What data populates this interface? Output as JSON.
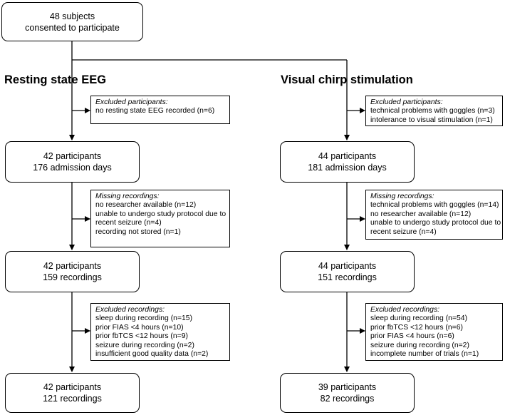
{
  "top_box": {
    "lines": [
      "48 subjects",
      "consented to participate"
    ]
  },
  "left": {
    "heading": "Resting state EEG",
    "boxes": [
      {
        "lines": [
          "42 participants",
          "176 admission days"
        ]
      },
      {
        "lines": [
          "42 participants",
          "159 recordings"
        ]
      },
      {
        "lines": [
          "42 participants",
          "121 recordings"
        ]
      }
    ],
    "notes": [
      {
        "title": "Excluded participants:",
        "items": [
          "no resting state EEG recorded (n=6)"
        ]
      },
      {
        "title": "Missing recordings:",
        "items": [
          "no researcher available (n=12)",
          "unable to undergo study protocol due to",
          "recent seizure (n=4)",
          "recording not stored (n=1)"
        ]
      },
      {
        "title": "Excluded recordings:",
        "items": [
          "sleep during recording (n=15)",
          "prior FIAS <4 hours (n=10)",
          "prior fbTCS <12 hours (n=9)",
          "seizure during recording (n=2)",
          "insufficient good quality data (n=2)"
        ]
      }
    ]
  },
  "right": {
    "heading": "Visual chirp stimulation",
    "boxes": [
      {
        "lines": [
          "44 participants",
          "181 admission days"
        ]
      },
      {
        "lines": [
          "44 participants",
          "151 recordings"
        ]
      },
      {
        "lines": [
          "39 participants",
          "82 recordings"
        ]
      }
    ],
    "notes": [
      {
        "title": "Excluded participants:",
        "items": [
          "technical problems with goggles (n=3)",
          "intolerance to visual stimulation (n=1)"
        ]
      },
      {
        "title": "Missing recordings:",
        "items": [
          "technical problems with goggles (n=14)",
          "no researcher available (n=12)",
          "unable to undergo study protocol due to",
          "recent seizure (n=4)"
        ]
      },
      {
        "title": "Excluded recordings:",
        "items": [
          "sleep during recording (n=54)",
          "prior fbTCS <12 hours (n=6)",
          "prior FIAS <4 hours (n=6)",
          "seizure during recording (n=2)",
          "incomplete number of trials (n=1)"
        ]
      }
    ]
  }
}
